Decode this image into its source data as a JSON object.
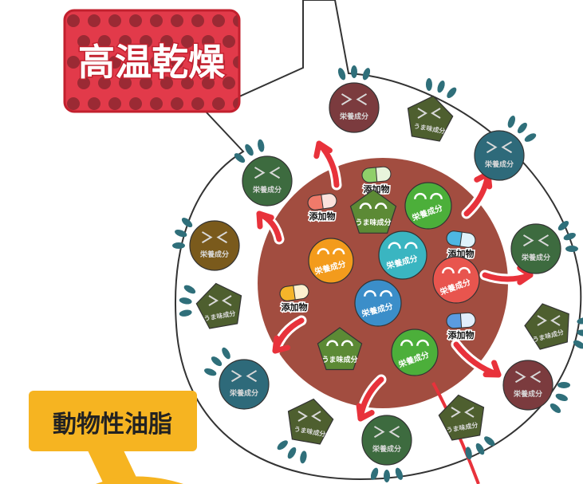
{
  "heat_badge": {
    "label": "高温乾燥",
    "bg_color": "#e23a4a",
    "dot_color": "#9b2a34"
  },
  "fat_label": {
    "label": "動物性油脂",
    "bg_color": "#f6b421"
  },
  "terms": {
    "nutrient": "栄養成分",
    "umami": "うま味成分",
    "additive": "添加物"
  },
  "colors": {
    "kibble": "#a24d40",
    "arrow": "#e8323b",
    "drop": "#2f6f7a",
    "umami_pentagon": "#5c8a35",
    "umami_pentagon_dark": "#4e5f2f"
  },
  "state": {
    "inside": "happy",
    "outside": "unhappy"
  }
}
